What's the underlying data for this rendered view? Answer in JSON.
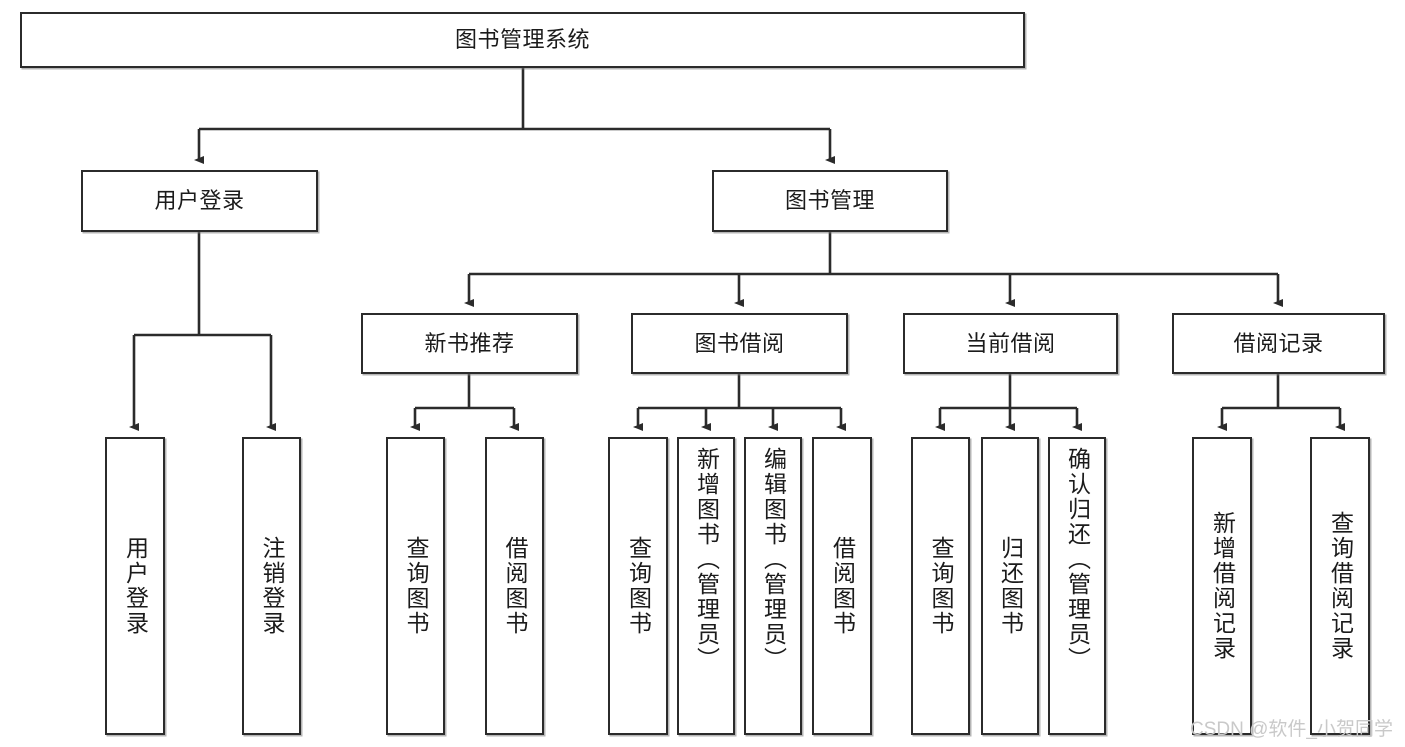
{
  "diagram": {
    "title": "图书管理系统",
    "type": "tree",
    "watermark": "CSDN @软件_小贺同学",
    "colors": {
      "stroke": "#2b2b2b",
      "fill": "#ffffff",
      "text": "#1b1b1b",
      "watermark": "#c9c9c9"
    },
    "nodes": {
      "root": {
        "label": "图书管理系统"
      },
      "level2": [
        {
          "label": "用户登录"
        },
        {
          "label": "图书管理"
        }
      ],
      "level3": [
        {
          "label": "新书推荐"
        },
        {
          "label": "图书借阅"
        },
        {
          "label": "当前借阅"
        },
        {
          "label": "借阅记录"
        }
      ],
      "leaves": {
        "user_login": [
          {
            "label": "用户登录"
          },
          {
            "label": "注销登录"
          }
        ],
        "new_book": [
          {
            "label": "查询图书"
          },
          {
            "label": "借阅图书"
          }
        ],
        "book_borrow": [
          {
            "label": "查询图书"
          },
          {
            "label": "新增图书（管理员）"
          },
          {
            "label": "编辑图书（管理员）"
          },
          {
            "label": "借阅图书"
          }
        ],
        "current_borrow": [
          {
            "label": "查询图书"
          },
          {
            "label": "归还图书"
          },
          {
            "label": "确认归还（管理员）"
          }
        ],
        "borrow_record": [
          {
            "label": "新增借阅记录"
          },
          {
            "label": "查询借阅记录"
          }
        ]
      }
    }
  }
}
